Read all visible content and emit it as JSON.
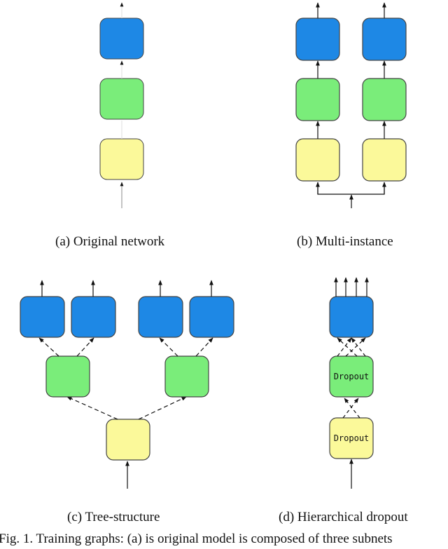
{
  "colors": {
    "blue": "#1e88e5",
    "green": "#7aed7a",
    "yellow": "#fbf99a",
    "stroke": "#444444",
    "arrow": "#111111"
  },
  "subfigures": {
    "a": {
      "caption": "(a)  Original network"
    },
    "b": {
      "caption": "(b)  Multi-instance"
    },
    "c": {
      "caption": "(c)  Tree-structure"
    },
    "d": {
      "caption": "(d)  Hierarchical dropout",
      "green_label": "Dropout",
      "yellow_label": "Dropout"
    }
  },
  "figure_caption": "Fig. 1.  Training graphs: (a) is original model is composed of three subnets"
}
